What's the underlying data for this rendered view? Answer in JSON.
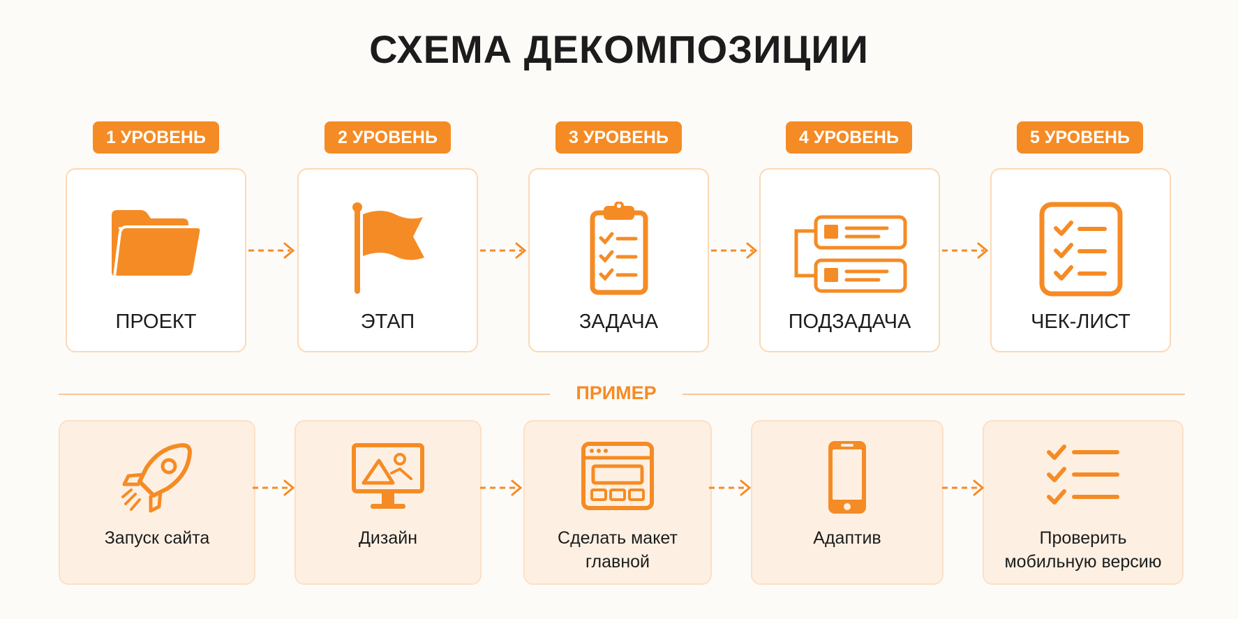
{
  "title": "СХЕМА ДЕКОМПОЗИЦИИ",
  "accent_color": "#f58b24",
  "levels": [
    {
      "badge": "1 УРОВЕНЬ",
      "label": "ПРОЕКТ",
      "icon": "folder-icon"
    },
    {
      "badge": "2 УРОВЕНЬ",
      "label": "ЭТАП",
      "icon": "flag-icon"
    },
    {
      "badge": "3 УРОВЕНЬ",
      "label": "ЗАДАЧА",
      "icon": "clipboard-icon"
    },
    {
      "badge": "4 УРОВЕНЬ",
      "label": "ПОДЗАДАЧА",
      "icon": "subtask-tree-icon"
    },
    {
      "badge": "5 УРОВЕНЬ",
      "label": "ЧЕК-ЛИСТ",
      "icon": "checklist-icon"
    }
  ],
  "example_label": "ПРИМЕР",
  "examples": [
    {
      "line1": "Запуск сайта",
      "line2": "",
      "icon": "rocket-icon"
    },
    {
      "line1": "Дизайн",
      "line2": "",
      "icon": "monitor-image-icon"
    },
    {
      "line1": "Сделать макет",
      "line2": "главной",
      "icon": "browser-layout-icon"
    },
    {
      "line1": "Адаптив",
      "line2": "",
      "icon": "smartphone-icon"
    },
    {
      "line1": "Проверить",
      "line2": "мобильную версию",
      "icon": "check-list-icon"
    }
  ]
}
